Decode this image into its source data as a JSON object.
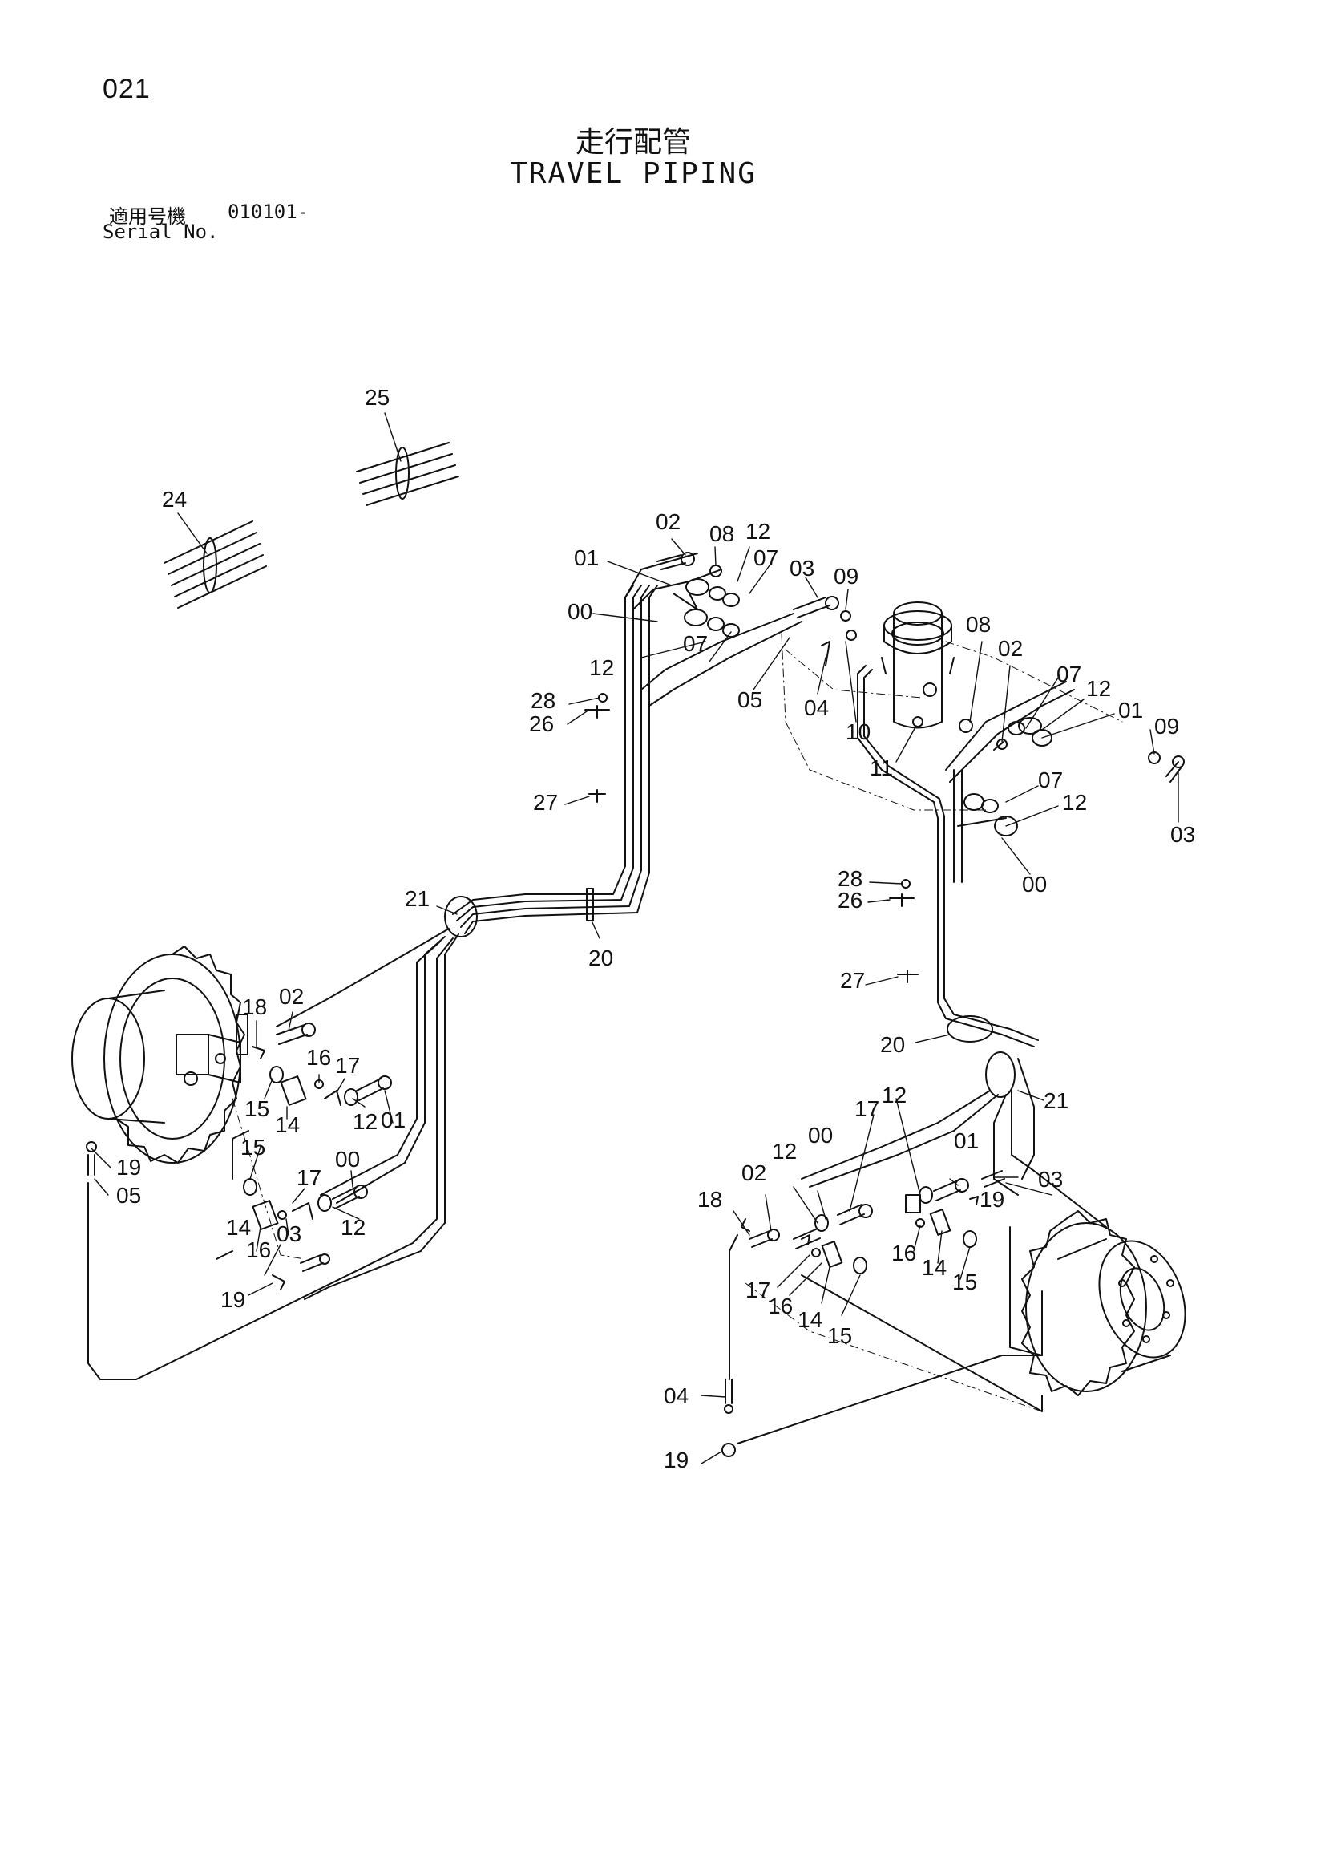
{
  "page": {
    "number": "021",
    "title_jp": "走行配管",
    "title_en": "TRAVEL PIPING",
    "serial_label_jp": "適用号機",
    "serial_value": "010101-",
    "serial_label_en": "Serial No."
  },
  "diagram": {
    "callouts": [
      {
        "id": "c-25",
        "label": "25"
      },
      {
        "id": "c-24",
        "label": "24"
      },
      {
        "id": "c-02a",
        "label": "02"
      },
      {
        "id": "c-08a",
        "label": "08"
      },
      {
        "id": "c-12a",
        "label": "12"
      },
      {
        "id": "c-01a",
        "label": "01"
      },
      {
        "id": "c-07a",
        "label": "07"
      },
      {
        "id": "c-03a",
        "label": "03"
      },
      {
        "id": "c-09a",
        "label": "09"
      },
      {
        "id": "c-00a",
        "label": "00"
      },
      {
        "id": "c-12b",
        "label": "12"
      },
      {
        "id": "c-07b",
        "label": "07"
      },
      {
        "id": "c-05a",
        "label": "05"
      },
      {
        "id": "c-04a",
        "label": "04"
      },
      {
        "id": "c-10",
        "label": "10"
      },
      {
        "id": "c-11",
        "label": "11"
      },
      {
        "id": "c-08b",
        "label": "08"
      },
      {
        "id": "c-02b",
        "label": "02"
      },
      {
        "id": "c-07c",
        "label": "07"
      },
      {
        "id": "c-12c",
        "label": "12"
      },
      {
        "id": "c-01b",
        "label": "01"
      },
      {
        "id": "c-09b",
        "label": "09"
      },
      {
        "id": "c-07d",
        "label": "07"
      },
      {
        "id": "c-12d",
        "label": "12"
      },
      {
        "id": "c-03b",
        "label": "03"
      },
      {
        "id": "c-00b",
        "label": "00"
      },
      {
        "id": "c-28a",
        "label": "28"
      },
      {
        "id": "c-26a",
        "label": "26"
      },
      {
        "id": "c-27a",
        "label": "27"
      },
      {
        "id": "c-28b",
        "label": "28"
      },
      {
        "id": "c-26b",
        "label": "26"
      },
      {
        "id": "c-27b",
        "label": "27"
      },
      {
        "id": "c-21a",
        "label": "21"
      },
      {
        "id": "c-20a",
        "label": "20"
      },
      {
        "id": "c-20b",
        "label": "20"
      },
      {
        "id": "c-21b",
        "label": "21"
      },
      {
        "id": "c-18a",
        "label": "18"
      },
      {
        "id": "c-02c",
        "label": "02"
      },
      {
        "id": "c-16a",
        "label": "16"
      },
      {
        "id": "c-17a",
        "label": "17"
      },
      {
        "id": "c-15a",
        "label": "15"
      },
      {
        "id": "c-14a",
        "label": "14"
      },
      {
        "id": "c-12e",
        "label": "12"
      },
      {
        "id": "c-01c",
        "label": "01"
      },
      {
        "id": "c-15b",
        "label": "15"
      },
      {
        "id": "c-19a",
        "label": "19"
      },
      {
        "id": "c-05b",
        "label": "05"
      },
      {
        "id": "c-17b",
        "label": "17"
      },
      {
        "id": "c-00c",
        "label": "00"
      },
      {
        "id": "c-14b",
        "label": "14"
      },
      {
        "id": "c-03c",
        "label": "03"
      },
      {
        "id": "c-12f",
        "label": "12"
      },
      {
        "id": "c-16b",
        "label": "16"
      },
      {
        "id": "c-19b",
        "label": "19"
      },
      {
        "id": "c-17c",
        "label": "17"
      },
      {
        "id": "c-12g",
        "label": "12"
      },
      {
        "id": "c-00d",
        "label": "00"
      },
      {
        "id": "c-12h",
        "label": "12"
      },
      {
        "id": "c-01d",
        "label": "01"
      },
      {
        "id": "c-03d",
        "label": "03"
      },
      {
        "id": "c-02d",
        "label": "02"
      },
      {
        "id": "c-19c",
        "label": "19"
      },
      {
        "id": "c-18b",
        "label": "18"
      },
      {
        "id": "c-16c",
        "label": "16"
      },
      {
        "id": "c-14c",
        "label": "14"
      },
      {
        "id": "c-15c",
        "label": "15"
      },
      {
        "id": "c-17d",
        "label": "17"
      },
      {
        "id": "c-16d",
        "label": "16"
      },
      {
        "id": "c-14d",
        "label": "14"
      },
      {
        "id": "c-15d",
        "label": "15"
      },
      {
        "id": "c-04b",
        "label": "04"
      },
      {
        "id": "c-19d",
        "label": "19"
      }
    ]
  }
}
